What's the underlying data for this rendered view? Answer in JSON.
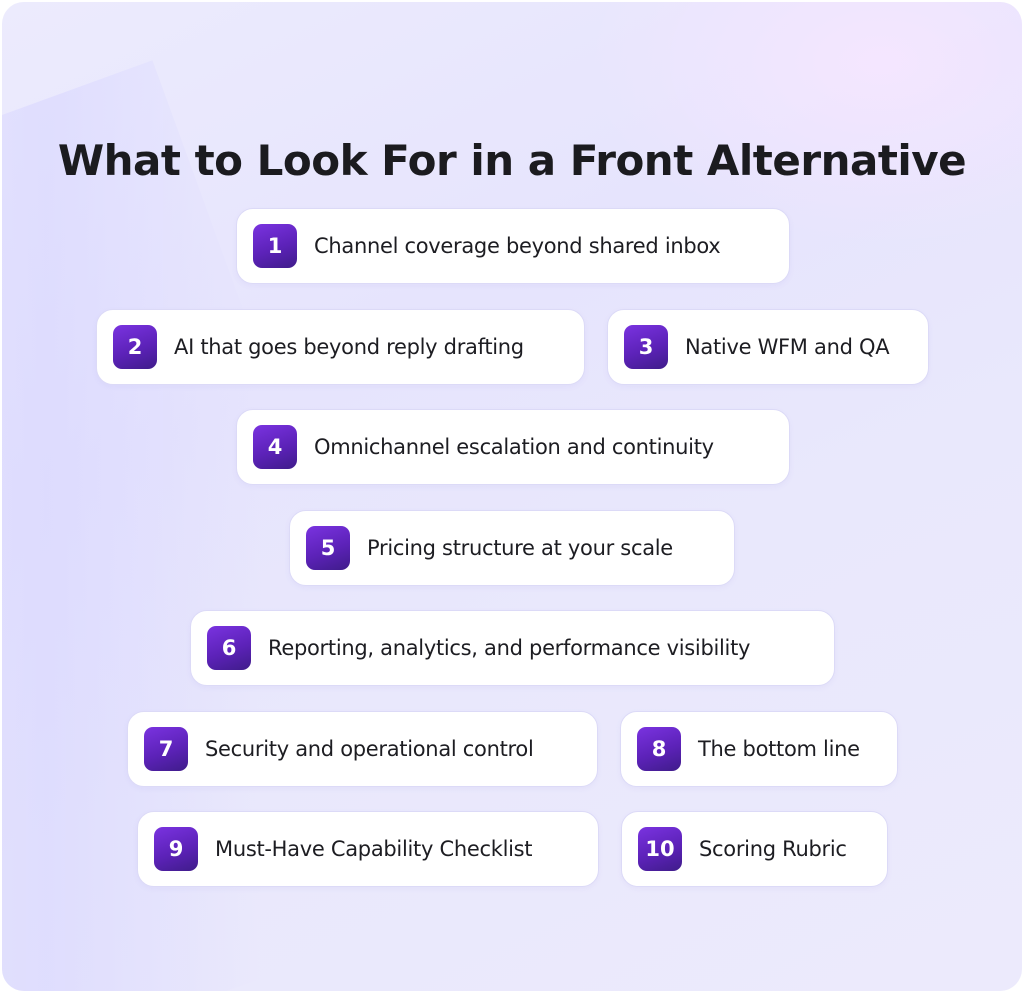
{
  "title": "What to Look For in a Front Alternative",
  "colors": {
    "badge_gradient_start": "#7a33e0",
    "badge_gradient_end": "#3f1c8a",
    "card_background": "#ffffff",
    "card_border": "#dcdaf7",
    "panel_background": "#e8e6fd",
    "text": "#1d1d22"
  },
  "items": [
    {
      "number": "1",
      "label": "Channel coverage beyond shared inbox"
    },
    {
      "number": "2",
      "label": "AI that goes beyond reply drafting"
    },
    {
      "number": "3",
      "label": "Native WFM and QA"
    },
    {
      "number": "4",
      "label": "Omnichannel escalation and continuity"
    },
    {
      "number": "5",
      "label": "Pricing structure at your scale"
    },
    {
      "number": "6",
      "label": "Reporting, analytics, and performance visibility"
    },
    {
      "number": "7",
      "label": "Security and operational control"
    },
    {
      "number": "8",
      "label": "The bottom line"
    },
    {
      "number": "9",
      "label": "Must-Have Capability Checklist"
    },
    {
      "number": "10",
      "label": "Scoring Rubric"
    }
  ]
}
